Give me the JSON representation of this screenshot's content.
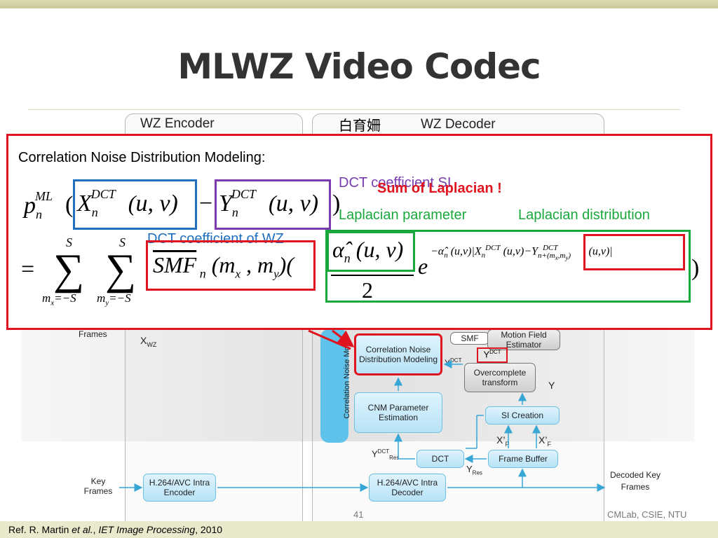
{
  "slide": {
    "title": "MLWZ Video Codec",
    "page_number": "41",
    "lab": "CMLab, CSIE, NTU",
    "reference": {
      "prefix": "Ref. R. Martin ",
      "etal": "et al.",
      "comma1": ", ",
      "journal": "IET Image Processing",
      "year": ", 2010"
    },
    "author_cjk": "白育姍"
  },
  "diagram": {
    "encoder_label": "WZ Encoder",
    "decoder_label": "WZ Decoder",
    "frames_label": "Frames",
    "xwz_main": "X",
    "xwz_sub": "WZ",
    "smf_label": "SMF",
    "cnm_strip_label": "Correlation Noise Mo",
    "motion_field_label": "Motion Field Estimator",
    "ydct_label_main": "Y",
    "ydct_label_sup": "DCT",
    "cnm_block": "Correlation Noise Distribution Modeling",
    "ydct_red_main": "Y",
    "ydct_red_sup": "DCT",
    "overcomplete": "Overcomplete transform",
    "y_label": "Y",
    "cnm_param": "CNM Parameter Estimation",
    "si_creation": "SI Creation",
    "xp_main": "X’",
    "xp_sub": "P",
    "xf_main": "X’",
    "xf_sub": "F",
    "yres_dct_main": "Y",
    "yres_dct_sup": "DCT",
    "yres_dct_sub": "Res",
    "dct_block": "DCT",
    "frame_buffer": "Frame Buffer",
    "yres_main": "Y",
    "yres_sub": "Res",
    "key_frames": "Key Frames",
    "intra_encoder": "H.264/AVC Intra Encoder",
    "intra_decoder": "H.264/AVC Intra Decoder",
    "decoded_key_frames": "Decoded Key Frames"
  },
  "popup": {
    "heading": "Correlation Noise Distribution Modeling:",
    "dct_si": "DCT coefficient SI",
    "sum_of_laplacian": "Sum of Laplacian !",
    "laplacian_parameter": "Laplacian parameter",
    "laplacian_distribution": "Laplacian distribution",
    "dct_wz": "DCT coefficient of WZ",
    "colors": {
      "red": "#e0141e",
      "blue": "#1f6fbf",
      "purple": "#7a3bb0",
      "green": "#19a83c"
    }
  }
}
